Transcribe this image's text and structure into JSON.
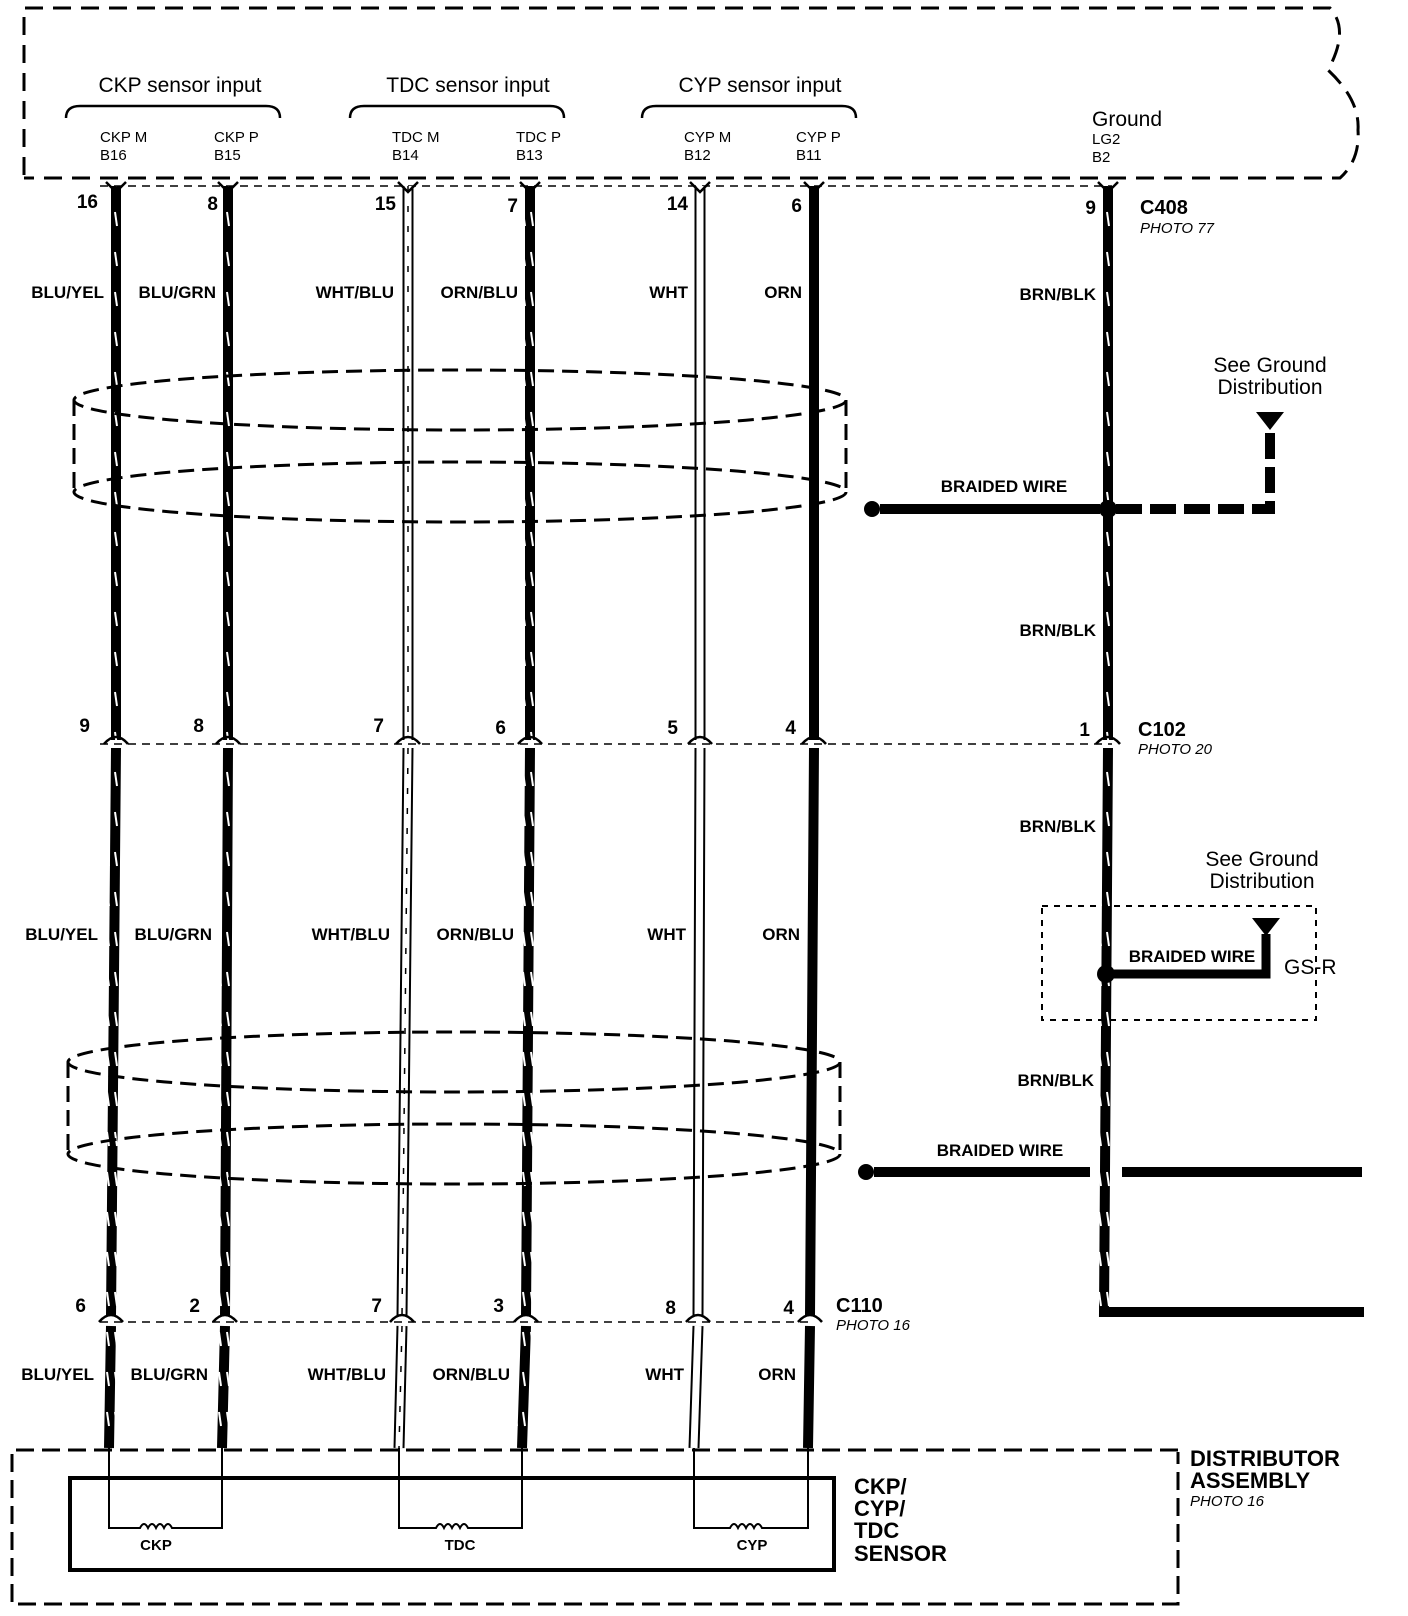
{
  "pcm": {
    "groups": [
      {
        "label": "CKP sensor input",
        "pins": [
          {
            "name": "CKP M",
            "terminal": "B16"
          },
          {
            "name": "CKP P",
            "terminal": "B15"
          }
        ]
      },
      {
        "label": "TDC sensor input",
        "pins": [
          {
            "name": "TDC M",
            "terminal": "B14"
          },
          {
            "name": "TDC P",
            "terminal": "B13"
          }
        ]
      },
      {
        "label": "CYP sensor input",
        "pins": [
          {
            "name": "CYP M",
            "terminal": "B12"
          },
          {
            "name": "CYP P",
            "terminal": "B11"
          }
        ]
      }
    ],
    "ground": {
      "label": "Ground",
      "name": "LG2",
      "terminal": "B2"
    }
  },
  "connectors": {
    "c408": {
      "name": "C408",
      "photo": "PHOTO 77",
      "pins": [
        "16",
        "8",
        "15",
        "7",
        "14",
        "6",
        "9"
      ]
    },
    "c102": {
      "name": "C102",
      "photo": "PHOTO 20",
      "pins": [
        "9",
        "8",
        "7",
        "6",
        "5",
        "4",
        "1"
      ]
    },
    "c110": {
      "name": "C110",
      "photo": "PHOTO 16",
      "pins": [
        "6",
        "2",
        "7",
        "3",
        "8",
        "4"
      ]
    }
  },
  "wires": {
    "colors": [
      "BLU/YEL",
      "BLU/GRN",
      "WHT/BLU",
      "ORN/BLU",
      "WHT",
      "ORN"
    ],
    "ground_color": "BRN/BLK"
  },
  "braided_wire": "BRAIDED WIRE",
  "see_ground": {
    "line1": "See Ground",
    "line2": "Distribution"
  },
  "gsr": "GS-R",
  "sensor": {
    "coils": [
      "CKP",
      "TDC",
      "CYP"
    ],
    "label_lines": [
      "CKP/",
      "CYP/",
      "TDC",
      "SENSOR"
    ]
  },
  "distributor": {
    "line1": "DISTRIBUTOR",
    "line2": "ASSEMBLY",
    "photo": "PHOTO 16"
  }
}
